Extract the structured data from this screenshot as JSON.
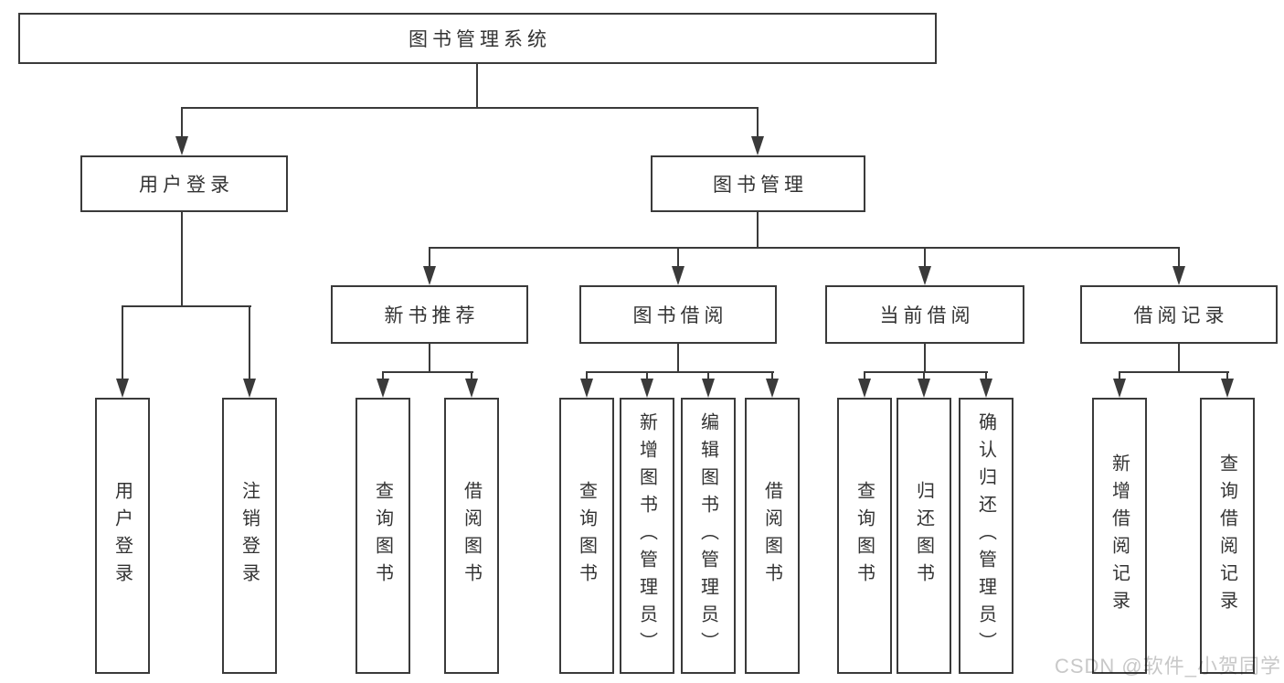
{
  "diagram": {
    "root": {
      "label": "图书管理系统"
    },
    "branches": [
      {
        "label": "用户登录",
        "children": [
          {
            "label": "用户登录"
          },
          {
            "label": "注销登录"
          }
        ]
      },
      {
        "label": "图书管理",
        "children": [
          {
            "label": "新书推荐",
            "children": [
              {
                "label": "查询图书"
              },
              {
                "label": "借阅图书"
              }
            ]
          },
          {
            "label": "图书借阅",
            "children": [
              {
                "label": "查询图书"
              },
              {
                "label": "新增图书（管理员）"
              },
              {
                "label": "编辑图书（管理员）"
              },
              {
                "label": "借阅图书"
              }
            ]
          },
          {
            "label": "当前借阅",
            "children": [
              {
                "label": "查询图书"
              },
              {
                "label": "归还图书"
              },
              {
                "label": "确认归还（管理员）"
              }
            ]
          },
          {
            "label": "借阅记录",
            "children": [
              {
                "label": "新增借阅记录"
              },
              {
                "label": "查询借阅记录"
              }
            ]
          }
        ]
      }
    ]
  },
  "watermark": {
    "text": "CSDN @软件_小贺同学"
  },
  "colors": {
    "line": "#3a3a3a",
    "box_border": "#3a3a3a",
    "text": "#333333",
    "watermark": "#c8c8c8",
    "background": "#ffffff"
  }
}
